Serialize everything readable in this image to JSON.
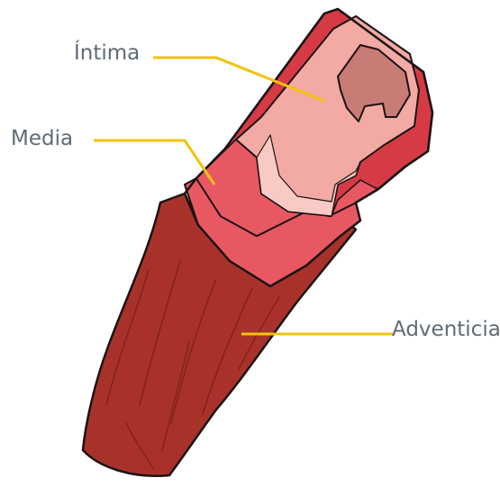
{
  "labels": {
    "intima": "Íntima",
    "media": "Media",
    "adventicia": "Adventicia"
  },
  "colors": {
    "leader_line": "#f4c20d",
    "label_text": "#5f6b74",
    "adventitia_fill": "#a8322a",
    "adventitia_dark": "#6e1a14",
    "media_fill": "#d63b45",
    "media_light": "#e85863",
    "intima_fill": "#f3a9a4",
    "intima_light": "#f9c9c4",
    "lumen": "#c97c76",
    "outline": "#1a1414"
  }
}
